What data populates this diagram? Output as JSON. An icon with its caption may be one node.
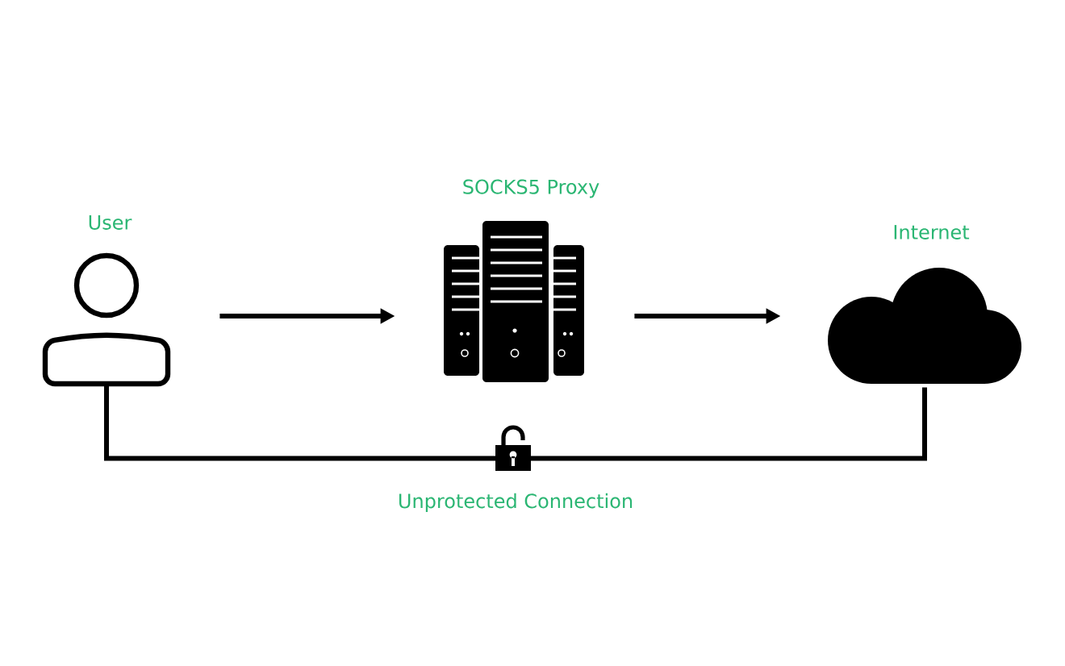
{
  "diagram": {
    "nodes": [
      {
        "text": [
          "User"
        ]
      },
      {
        "text": [
          "SOCKS5 Proxy"
        ]
      },
      {
        "text": [
          "Internet"
        ]
      }
    ],
    "edges": [
      {
        "from": 0,
        "to": 1,
        "arrow": "to"
      },
      {
        "from": 1,
        "to": 2,
        "arrow": "to"
      },
      {
        "from": 0,
        "to": 2,
        "arrow": "none",
        "label": "Unprotected Connection"
      }
    ]
  }
}
